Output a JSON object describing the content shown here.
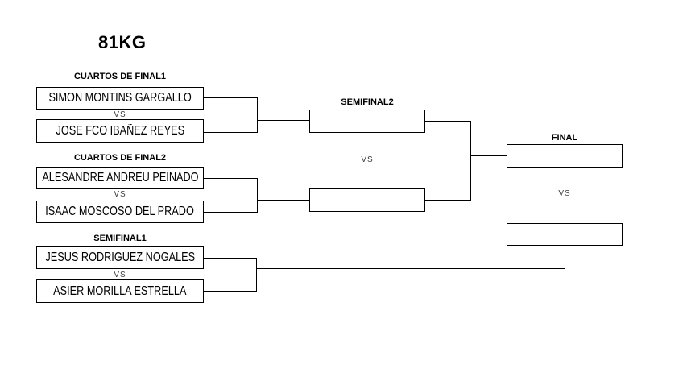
{
  "title": "81KG",
  "vs_label": "VS",
  "matches": [
    {
      "round": "CUARTOS DE FINAL1",
      "player1": "SIMON MONTINS GARGALLO",
      "player2": "JOSE FCO IBAÑEZ REYES"
    },
    {
      "round": "CUARTOS DE FINAL2",
      "player1": "ALESANDRE ANDREU PEINADO",
      "player2": "ISAAC MOSCOSO DEL PRADO"
    },
    {
      "round": "SEMIFINAL1",
      "player1": "JESUS RODRIGUEZ NOGALES",
      "player2": "ASIER MORILLA ESTRELLA"
    },
    {
      "round": "SEMIFINAL2",
      "player1": "",
      "player2": ""
    },
    {
      "round": "FINAL",
      "player1": "",
      "player2": ""
    }
  ],
  "colors": {
    "line": "#000000",
    "text": "#000000",
    "vs_text": "#3d3d3d",
    "background": "#ffffff"
  }
}
